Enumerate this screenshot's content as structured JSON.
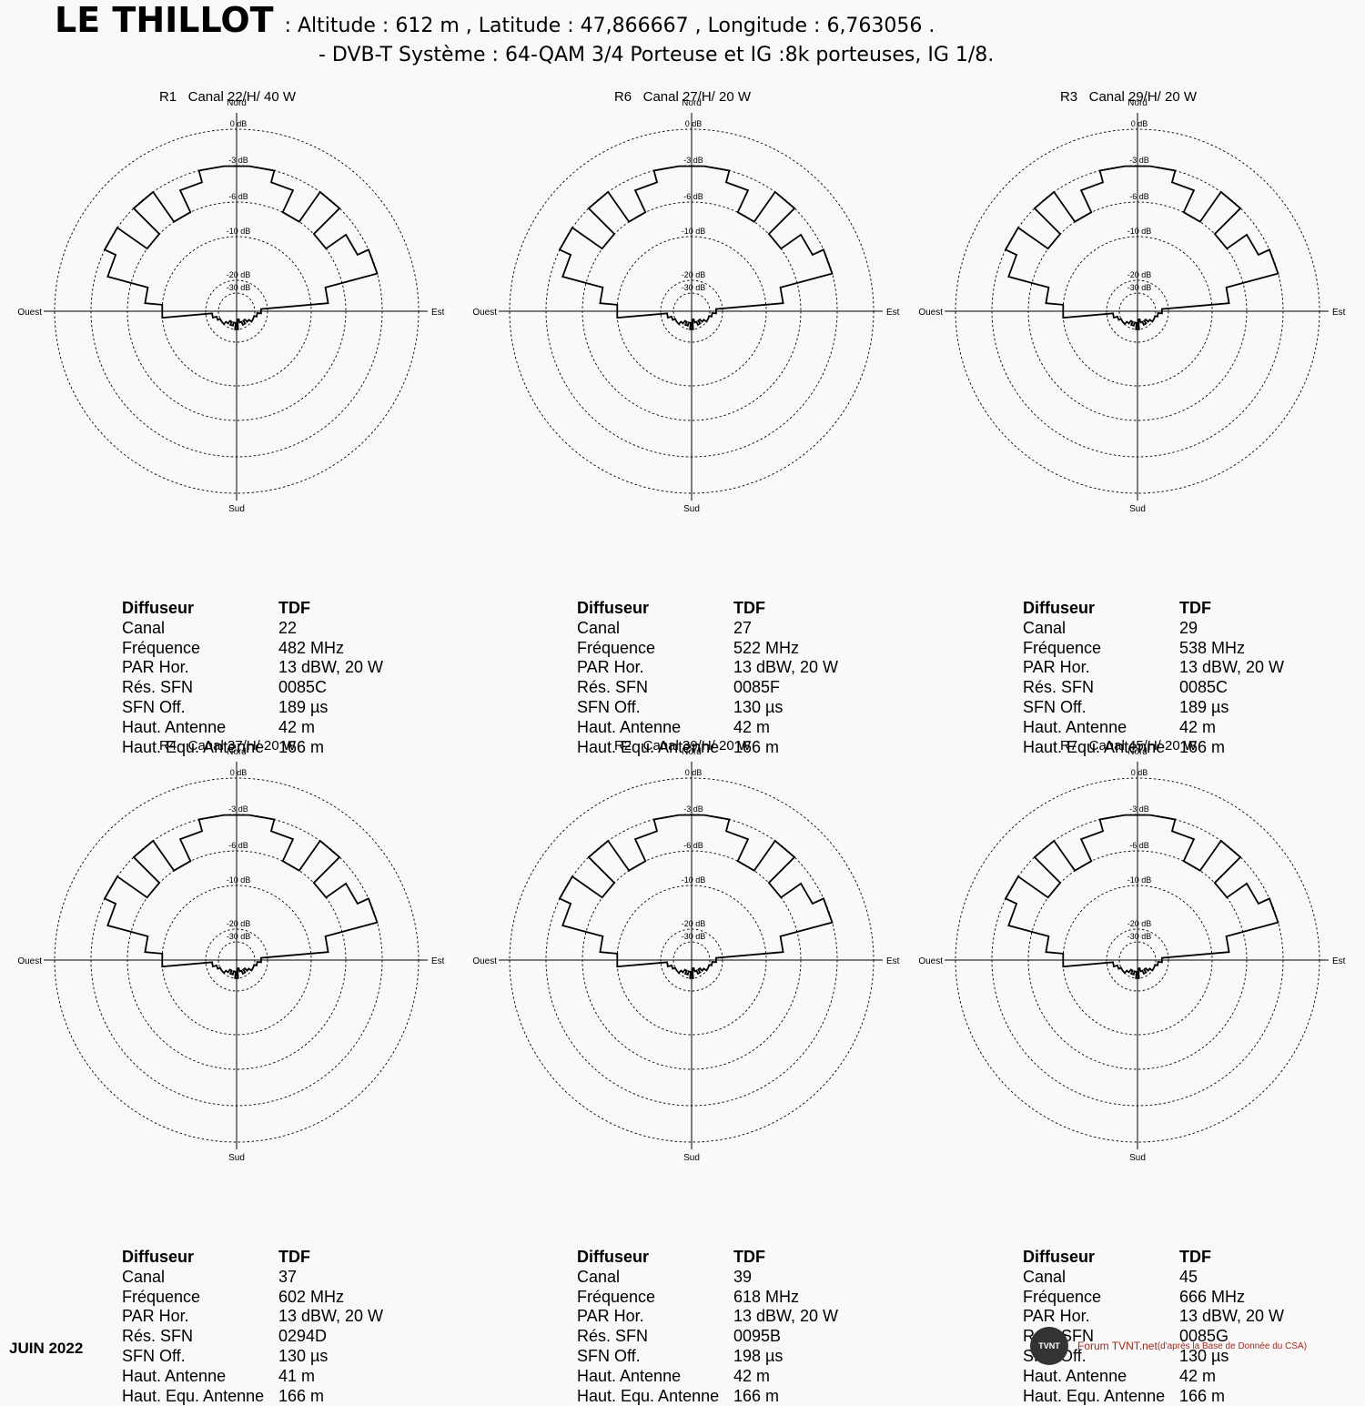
{
  "header": {
    "site": "LE THILLOT",
    "line1": ": Altitude : 612 m , Latitude : 47,866667 , Longitude : 6,763056 .",
    "line2": "- DVB-T  Système : 64-QAM 3/4    Porteuse et IG :8k porteuses, IG 1/8."
  },
  "polar_labels": {
    "north": "Nord",
    "south": "Sud",
    "east": "Est",
    "west": "Ouest",
    "rings": [
      "0 dB",
      "-3 dB",
      "-6 dB",
      "-10 dB",
      "-20 dB",
      "-30 dB"
    ]
  },
  "info_labels": [
    "Diffuseur",
    "Canal",
    "Fréquence",
    "PAR Hor.",
    "Rés. SFN",
    "SFN Off.",
    "Haut. Antenne",
    "Haut. Equ. Antenne"
  ],
  "panels": [
    {
      "mux": "R1",
      "title": "Canal 22/H/ 40 W",
      "diffuseur": "TDF",
      "canal": "22",
      "frequence": "482 MHz",
      "par": "13 dBW, 20 W",
      "sfn": "0085C",
      "sfn_off": "189 µs",
      "haut": "42 m",
      "haut_equ": "166 m"
    },
    {
      "mux": "R6",
      "title": "Canal 27/H/ 20 W",
      "diffuseur": "TDF",
      "canal": "27",
      "frequence": "522 MHz",
      "par": "13 dBW, 20 W",
      "sfn": "0085F",
      "sfn_off": "130 µs",
      "haut": "42 m",
      "haut_equ": "166 m"
    },
    {
      "mux": "R3",
      "title": "Canal 29/H/ 20 W",
      "diffuseur": "TDF",
      "canal": "29",
      "frequence": "538 MHz",
      "par": "13 dBW, 20 W",
      "sfn": "0085C",
      "sfn_off": "189 µs",
      "haut": "42 m",
      "haut_equ": "166 m"
    },
    {
      "mux": "R4",
      "title": "Canal 37/H/ 20 W",
      "diffuseur": "TDF",
      "canal": "37",
      "frequence": "602 MHz",
      "par": "13 dBW, 20 W",
      "sfn": "0294D",
      "sfn_off": "130 µs",
      "haut": "41 m",
      "haut_equ": "166 m"
    },
    {
      "mux": "R2",
      "title": "Canal 39/H/ 20 W",
      "diffuseur": "TDF",
      "canal": "39",
      "frequence": "618 MHz",
      "par": "13 dBW, 20 W",
      "sfn": "0095B",
      "sfn_off": "198 µs",
      "haut": "42 m",
      "haut_equ": "166 m"
    },
    {
      "mux": "R7",
      "title": "Canal 45/H/ 20 W",
      "diffuseur": "TDF",
      "canal": "45",
      "frequence": "666 MHz",
      "par": "13 dBW, 20 W",
      "sfn": "0085G",
      "sfn_off": "130 µs",
      "haut": "42 m",
      "haut_equ": "166 m"
    }
  ],
  "chart_data": {
    "type": "polar",
    "rings_db": [
      0,
      -3,
      -6,
      -10,
      -20,
      -30
    ],
    "azimuth_deg": [
      0,
      10,
      20,
      30,
      40,
      50,
      60,
      70,
      80,
      90,
      100,
      110,
      120,
      130,
      140,
      150,
      160,
      170,
      180,
      190,
      200,
      210,
      220,
      230,
      240,
      250,
      260,
      270,
      280,
      290,
      300,
      310,
      320,
      330,
      340,
      350
    ],
    "gain_db": [
      -3,
      -3,
      -4,
      -6,
      -3,
      -6,
      -4,
      -3,
      -8,
      -25,
      -28,
      -30,
      -30,
      -32,
      -34,
      -32,
      -34,
      -36,
      -30,
      -34,
      -32,
      -34,
      -32,
      -30,
      -30,
      -28,
      -25,
      -10,
      -8,
      -4,
      -3,
      -6,
      -3,
      -6,
      -4,
      -3
    ]
  },
  "footer": {
    "date": "JUIN 2022",
    "logo": "TVNT",
    "source": "Forum TVNT.net",
    "source_note": "(d'après la Base de Donnée du CSA)"
  }
}
